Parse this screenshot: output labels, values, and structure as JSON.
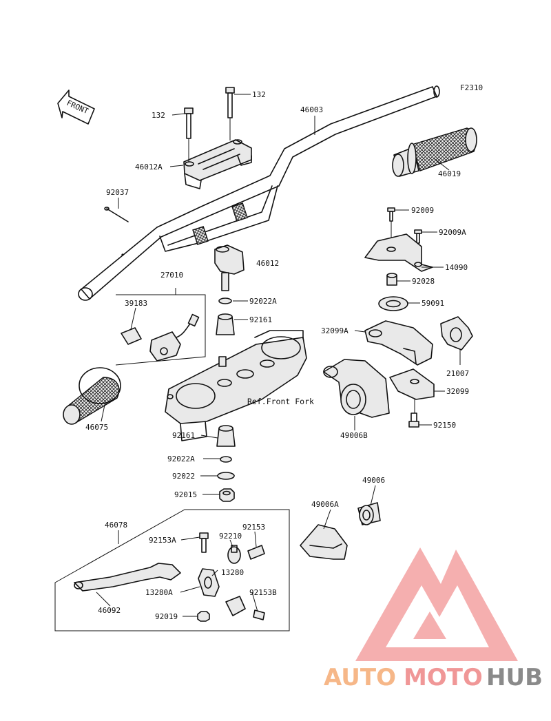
{
  "figure_code": "F2310",
  "front_arrow_text": "FRONT",
  "ref_text": "Ref.Front Fork",
  "callouts": {
    "c132a": "132",
    "c132b": "132",
    "c46003": "46003",
    "c46012A": "46012A",
    "c46019": "46019",
    "c92037": "92037",
    "c92009": "92009",
    "c92009A": "92009A",
    "c14090": "14090",
    "c46012": "46012",
    "c92028": "92028",
    "c27010": "27010",
    "c92022A_top": "92022A",
    "c59091": "59091",
    "c39183": "39183",
    "c92161_top": "92161",
    "c32099A": "32099A",
    "c21007": "21007",
    "c32099": "32099",
    "c46075": "46075",
    "c49006B": "49006B",
    "c92150": "92150",
    "c92161_bot": "92161",
    "c92022A_bot": "92022A",
    "c92022": "92022",
    "c92015": "92015",
    "c49006": "49006",
    "c49006A": "49006A",
    "c46078": "46078",
    "c92153": "92153",
    "c92153A": "92153A",
    "c92210": "92210",
    "c13280": "13280",
    "c13280A": "13280A",
    "c92153B": "92153B",
    "c46092": "46092",
    "c92019": "92019"
  },
  "watermark": {
    "part1": "AUTO",
    "part2": "MOTO",
    "part3": "HUB",
    "colors": {
      "auto": "#f6b07c",
      "moto": "#ef8c8c",
      "hub": "#7e7e7e",
      "emblem": "#f08a8a"
    }
  }
}
